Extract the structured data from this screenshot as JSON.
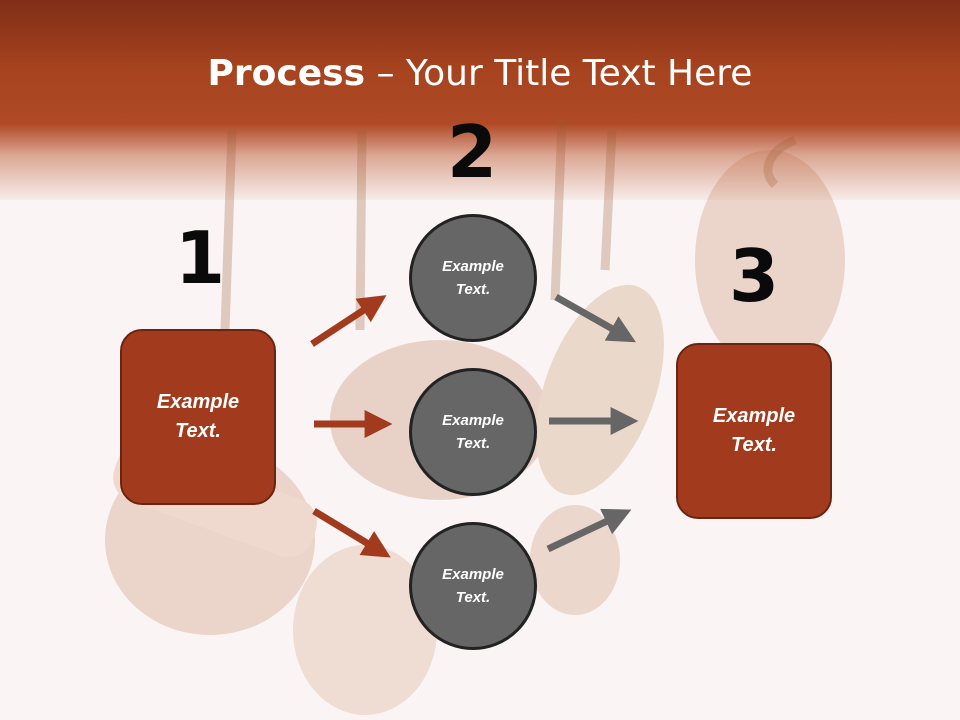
{
  "title": {
    "bold": "Process",
    "rest": " – Your Title Text Here"
  },
  "steps": [
    {
      "number": "1"
    },
    {
      "number": "2"
    },
    {
      "number": "3"
    }
  ],
  "left_box": {
    "line1": "Example",
    "line2": "Text."
  },
  "right_box": {
    "line1": "Example",
    "line2": "Text."
  },
  "circles": [
    {
      "line1": "Example",
      "line2": "Text."
    },
    {
      "line1": "Example",
      "line2": "Text."
    },
    {
      "line1": "Example",
      "line2": "Text."
    }
  ],
  "colors": {
    "accent_rust": "#a23b1e",
    "circle_gray": "#666666",
    "arrow_rust": "#a23b1e",
    "arrow_gray": "#666666"
  }
}
